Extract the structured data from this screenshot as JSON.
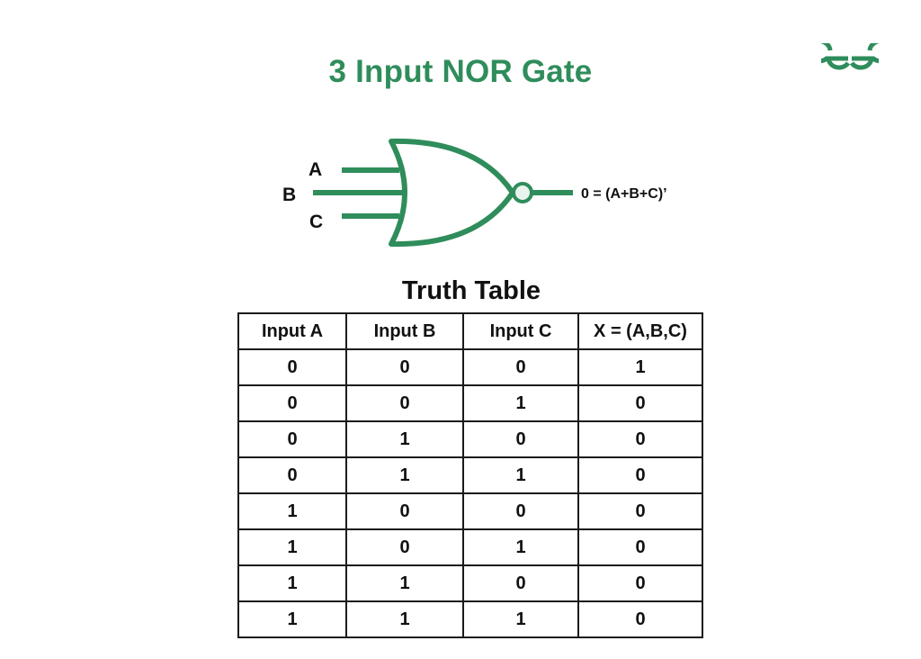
{
  "title": "3 Input NOR Gate",
  "brand": {
    "logo_icon": "geeksforgeeks-logo-icon",
    "accent_color": "#2f8d5b"
  },
  "gate": {
    "inputs": [
      "A",
      "B",
      "C"
    ],
    "output_label": "0 = (A+B+C)’",
    "stroke_color": "#2f8d5b",
    "bubble_fill": "#e8f5ee"
  },
  "truth_table": {
    "title": "Truth Table",
    "headers": [
      "Input A",
      "Input B",
      "Input C",
      "X = (A,B,C)"
    ],
    "rows": [
      [
        "0",
        "0",
        "0",
        "1"
      ],
      [
        "0",
        "0",
        "1",
        "0"
      ],
      [
        "0",
        "1",
        "0",
        "0"
      ],
      [
        "0",
        "1",
        "1",
        "0"
      ],
      [
        "1",
        "0",
        "0",
        "0"
      ],
      [
        "1",
        "0",
        "1",
        "0"
      ],
      [
        "1",
        "1",
        "0",
        "0"
      ],
      [
        "1",
        "1",
        "1",
        "0"
      ]
    ]
  }
}
